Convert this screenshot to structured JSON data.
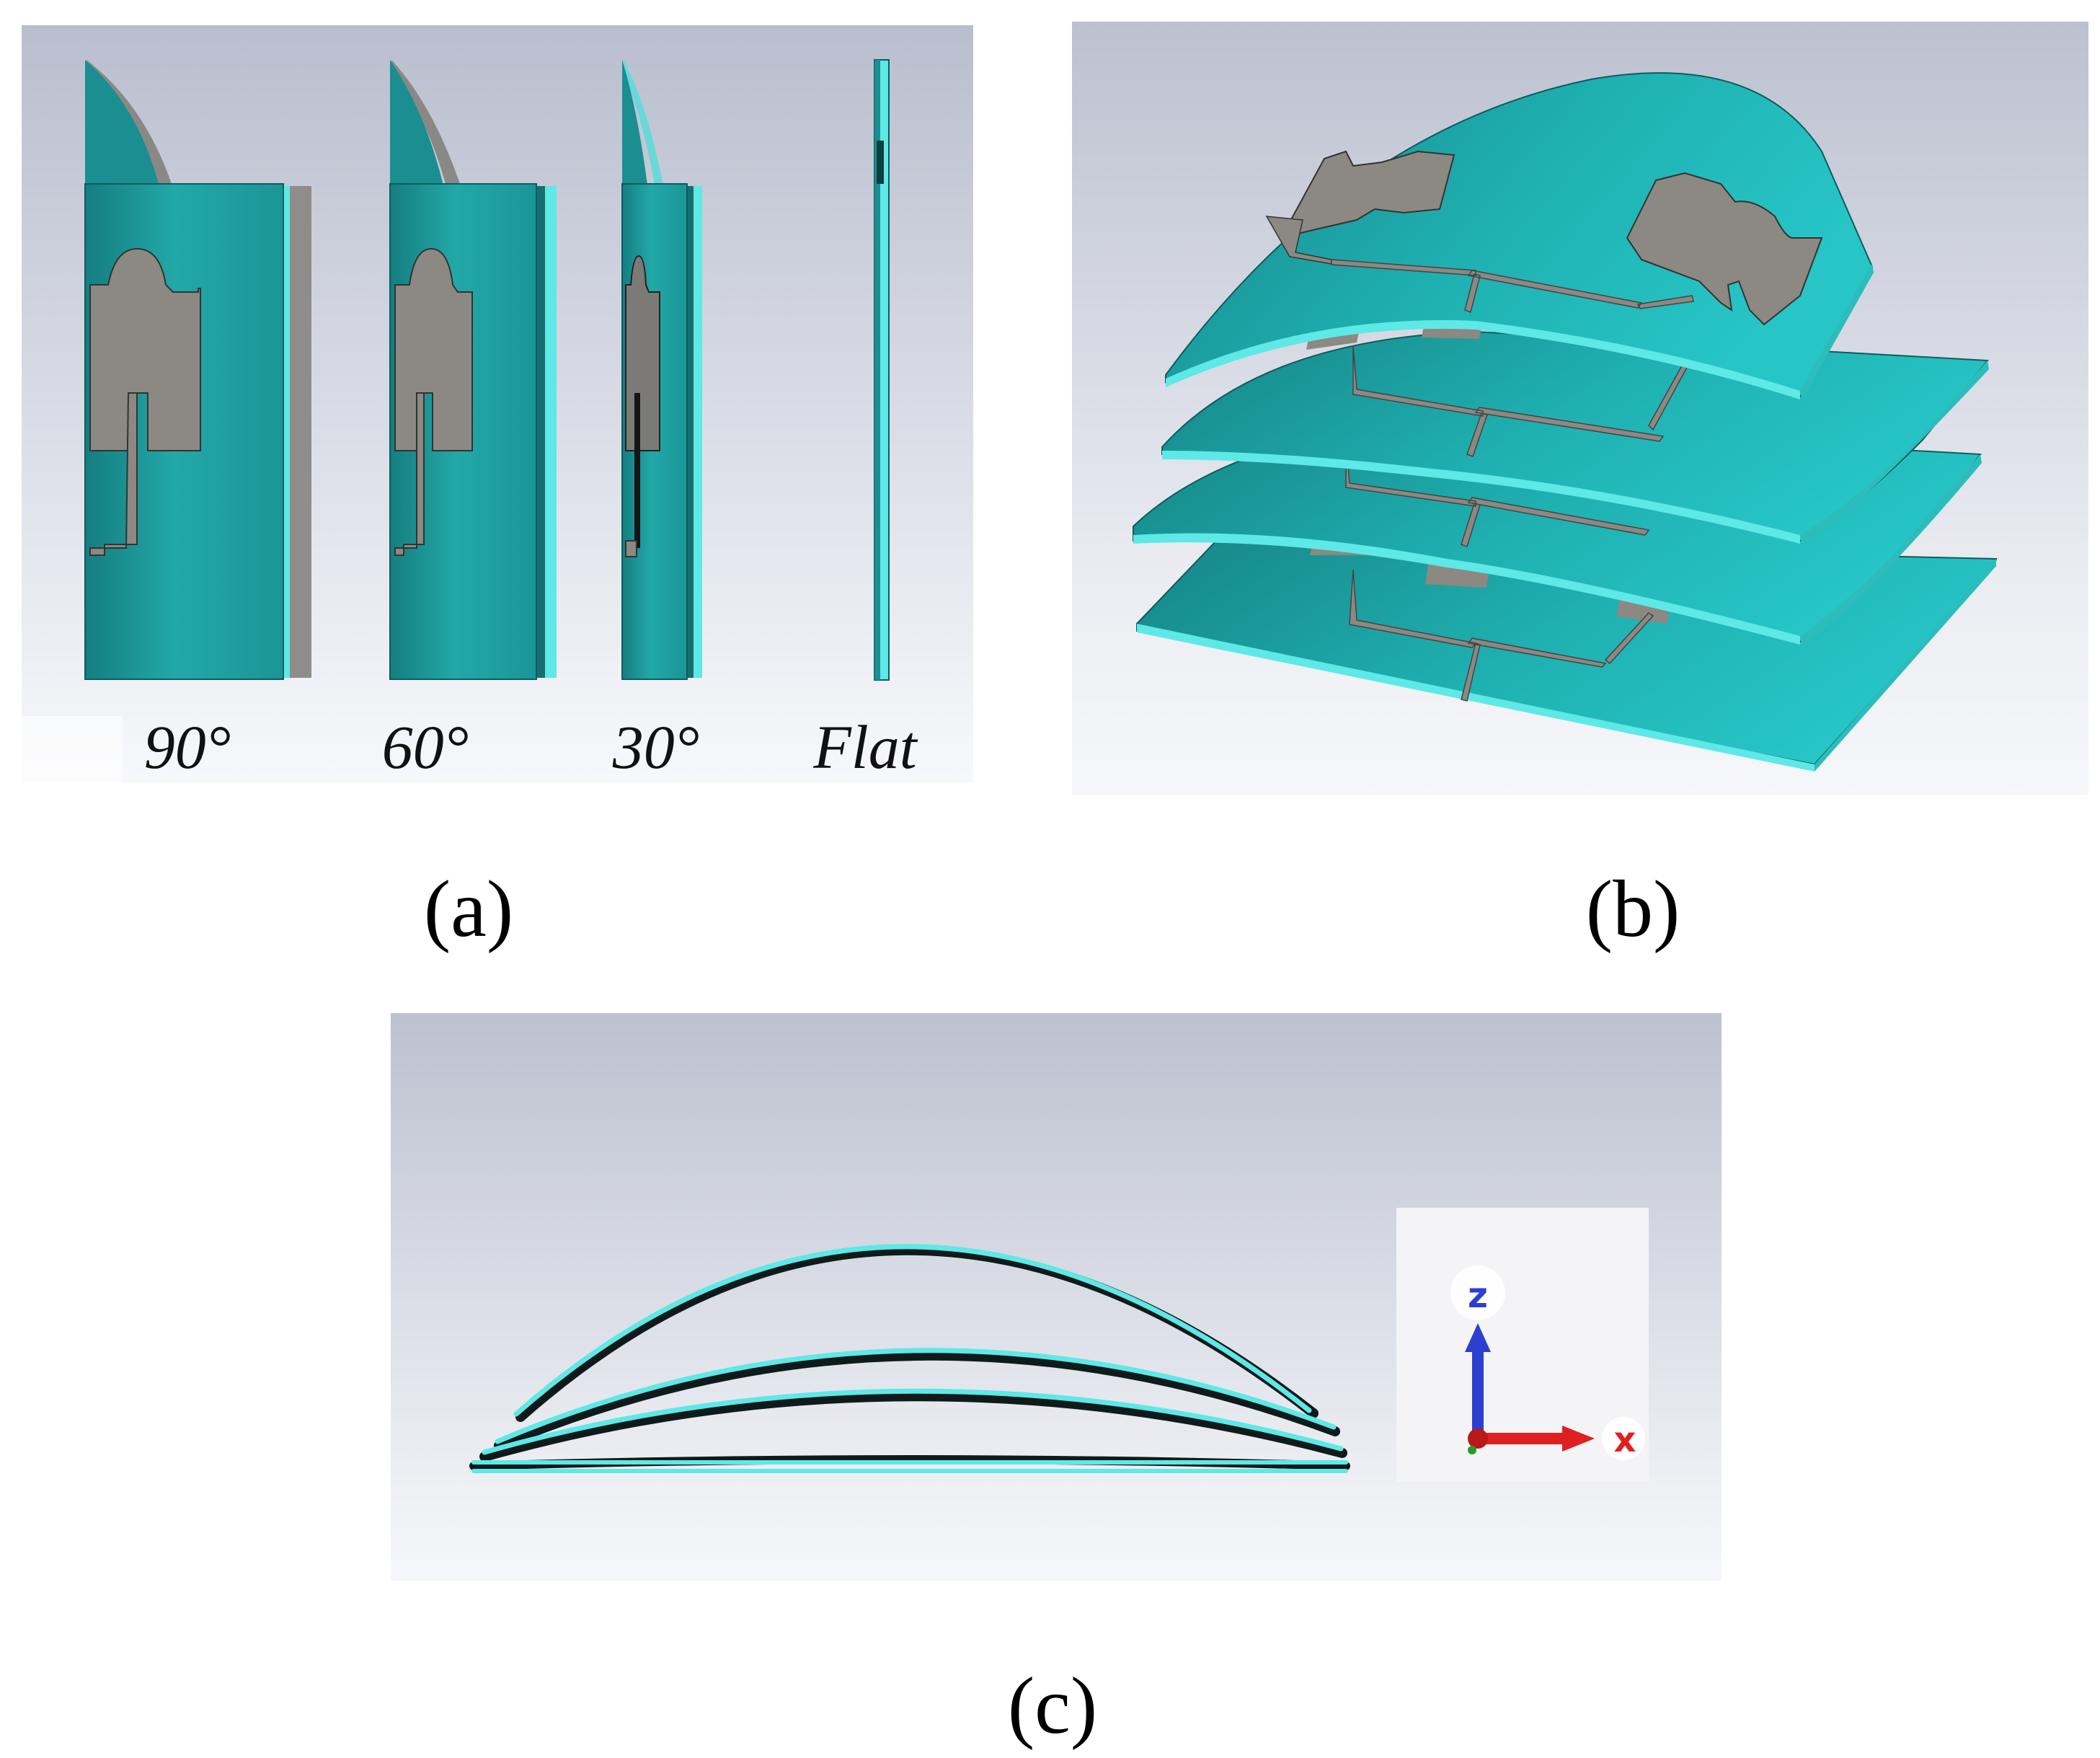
{
  "panel_a": {
    "angle_labels": [
      "90°",
      "60°",
      "30°",
      "Flat"
    ]
  },
  "axes": {
    "z_label": "z",
    "x_label": "x"
  },
  "captions": {
    "a": "(a)",
    "b": "(b)",
    "c": "(c)"
  },
  "colors": {
    "substrate": "#1f9c9c",
    "substrate_light": "#2ac9c9",
    "edge": "#5ff0ee",
    "patch": "#8c8882",
    "background_top": "#bcc1d0",
    "background_bottom": "#f6f7fa",
    "axis_z": "#2b3fd1",
    "axis_x": "#e02020"
  }
}
